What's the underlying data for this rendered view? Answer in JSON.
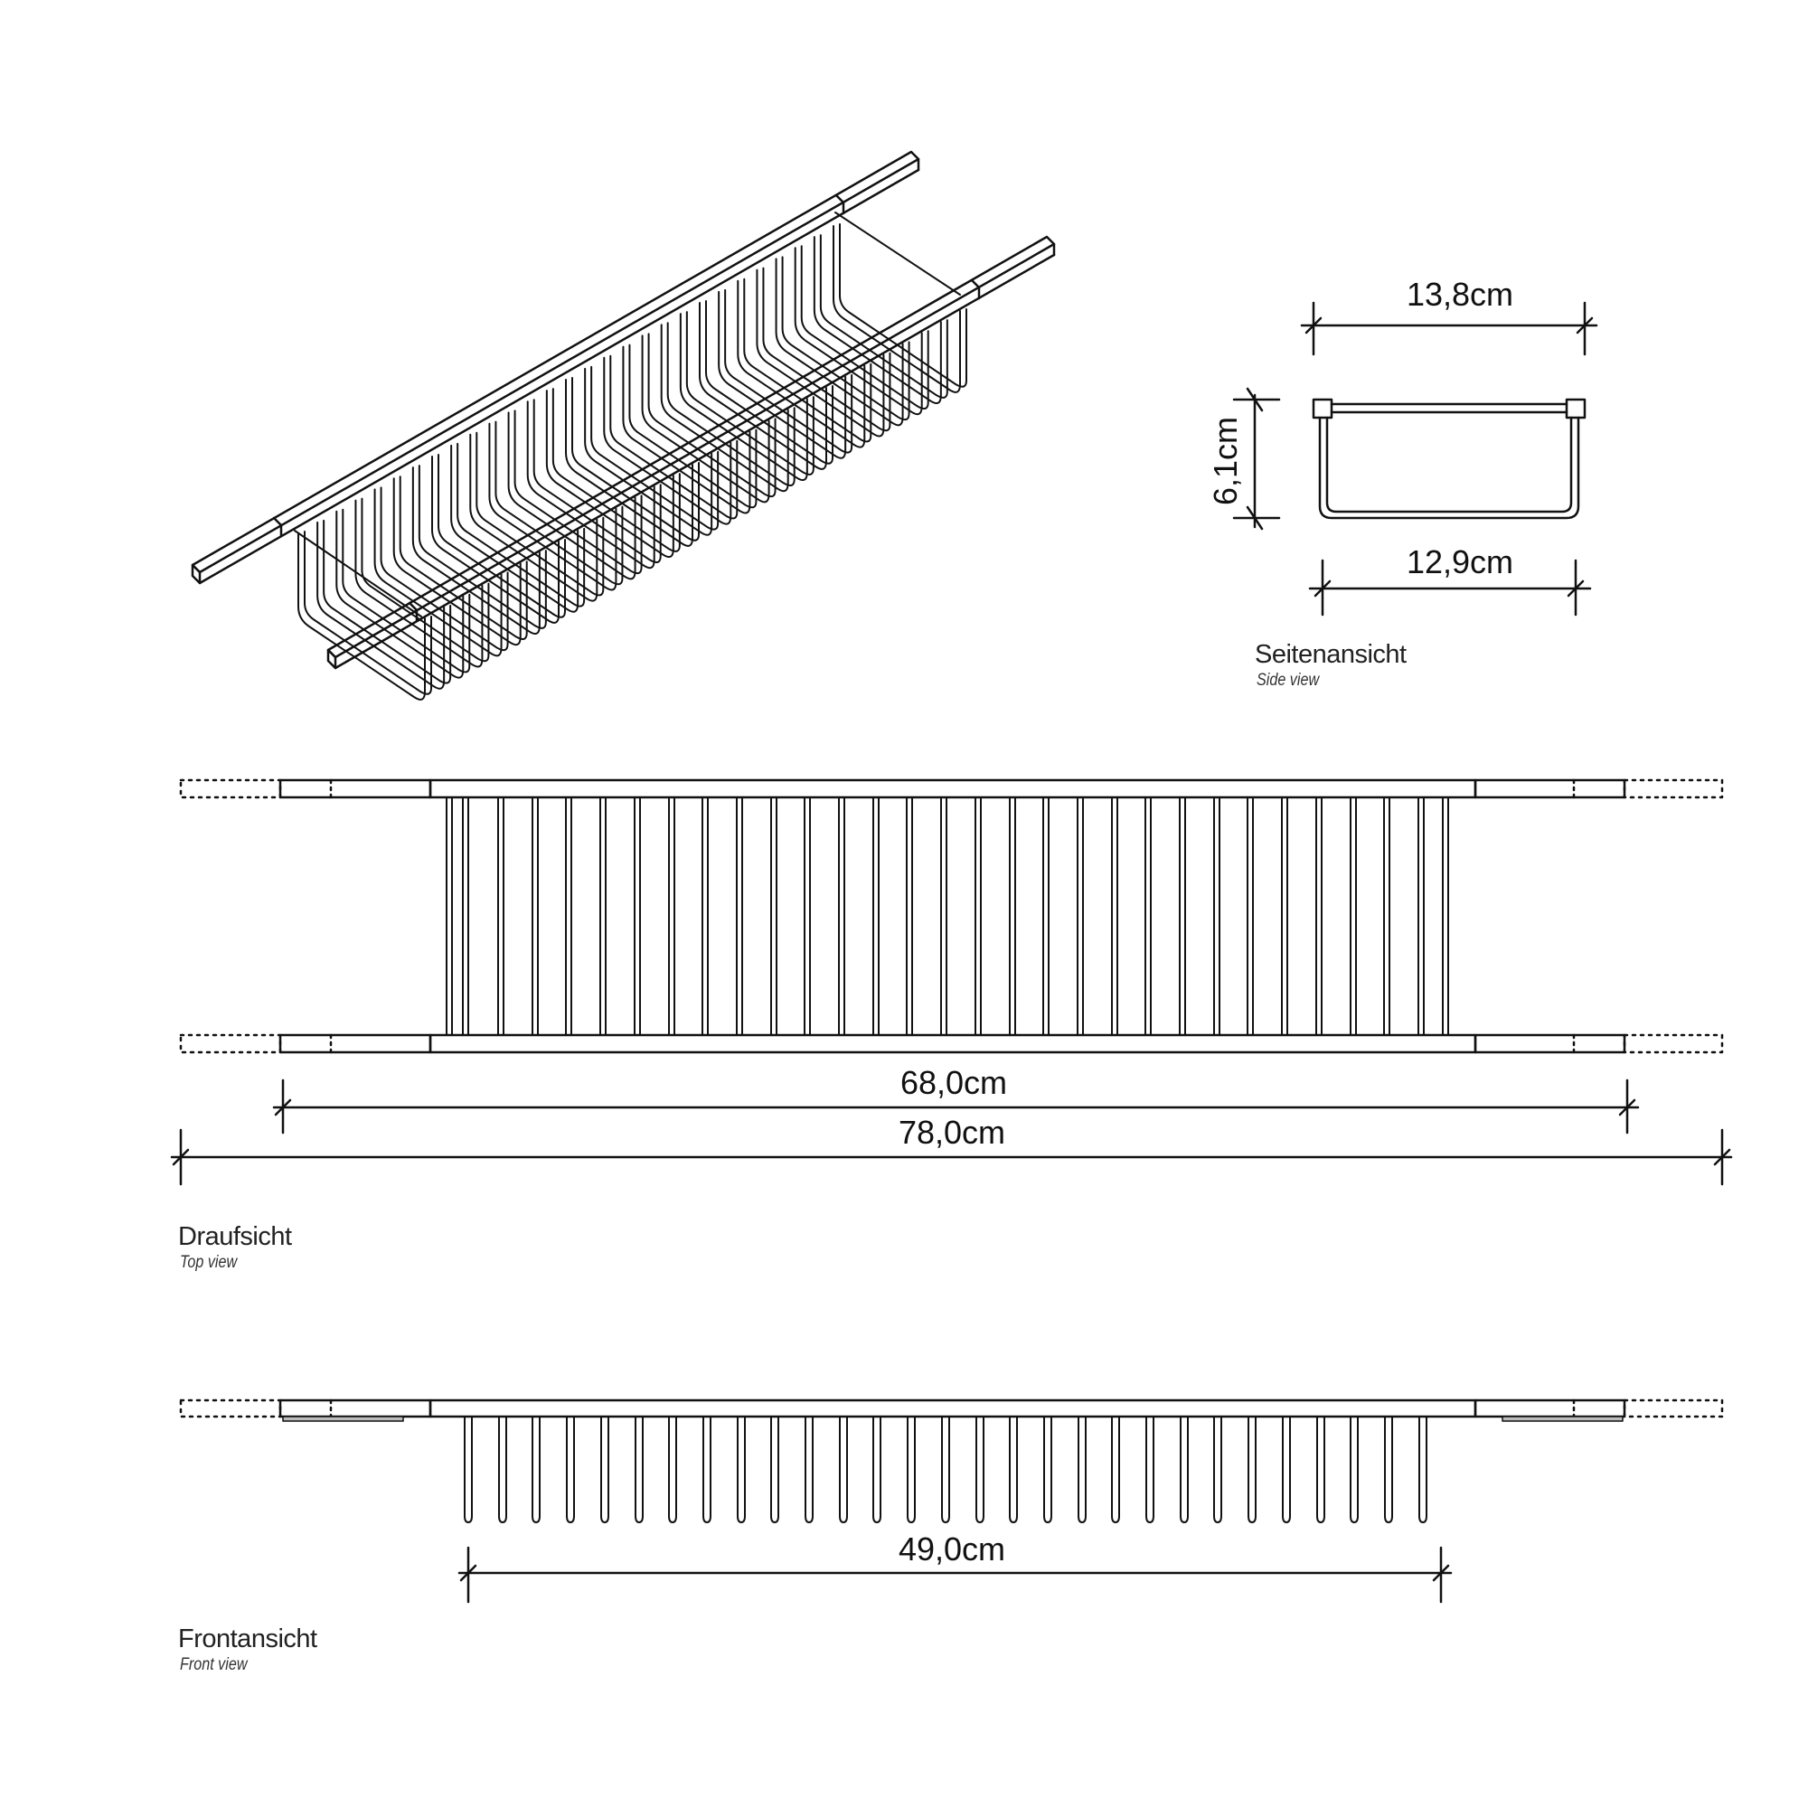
{
  "side_view": {
    "title": "Seitenansicht",
    "subtitle": "Side view",
    "dim_top_width": "13,8cm",
    "dim_height": "6,1cm",
    "dim_bottom_width": "12,9cm"
  },
  "top_view": {
    "title": "Draufsicht",
    "subtitle": "Top view",
    "dim_inner_length": "68,0cm",
    "dim_total_length": "78,0cm"
  },
  "front_view": {
    "title": "Frontansicht",
    "subtitle": "Front view",
    "dim_basket_length": "49,0cm"
  },
  "isometric_view": {
    "label": "isometric product drawing of extendable bathtub rack"
  },
  "colors": {
    "line": "#111111",
    "background": "#ffffff"
  }
}
